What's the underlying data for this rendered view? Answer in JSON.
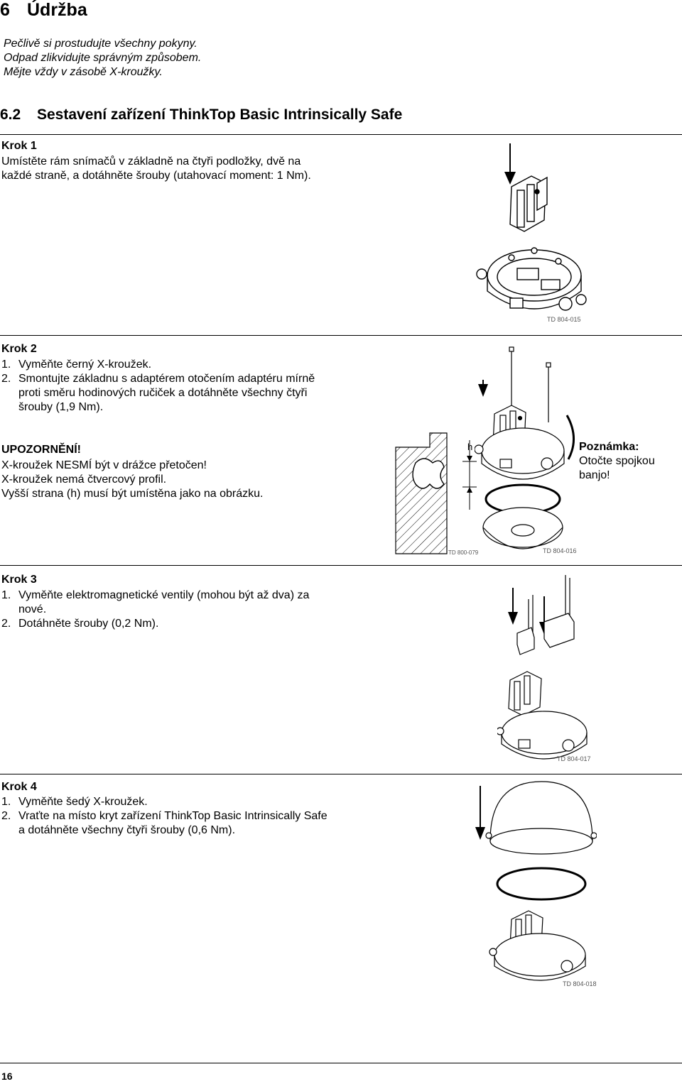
{
  "chapter": {
    "number": "6",
    "title": "Údržba"
  },
  "intro": [
    "Pečlivě si prostudujte všechny pokyny.",
    "Odpad zlikvidujte správným způsobem.",
    "Mějte vždy v zásobě X-kroužky."
  ],
  "section": {
    "number": "6.2",
    "title": "Sestavení zařízení ThinkTop Basic Intrinsically Safe"
  },
  "step1": {
    "title": "Krok 1",
    "lines": [
      "Umístěte rám snímačů v základně na čtyři podložky, dvě na",
      "každé straně, a dotáhněte šrouby (utahovací moment: 1 Nm)."
    ],
    "figure_code": "TD 804-015"
  },
  "step2": {
    "title": "Krok 2",
    "items": [
      {
        "n": "1.",
        "lines": [
          "Vyměňte černý X-kroužek."
        ]
      },
      {
        "n": "2.",
        "lines": [
          "Smontujte základnu s adaptérem otočením adaptéru mírně",
          "proti směru hodinových ručiček a dotáhněte všechny čtyři",
          "šrouby (1,9 Nm)."
        ]
      }
    ],
    "warning_title": "UPOZORNĚNÍ!",
    "warning_lines": [
      "X-kroužek NESMÍ být v drážce přetočen!",
      "X-kroužek nemá čtvercový profil.",
      "Vyšší strana (h) musí být umístěna jako na obrázku."
    ],
    "h_label": "h",
    "figure_code_left": "TD 800-079",
    "figure_code_right": "TD 804-016",
    "note_title": "Poznámka:",
    "note_lines": [
      "Otočte spojkou",
      "banjo!"
    ]
  },
  "step3": {
    "title": "Krok 3",
    "items": [
      {
        "n": "1.",
        "lines": [
          "Vyměňte elektromagnetické ventily (mohou být až dva) za",
          "nové."
        ]
      },
      {
        "n": "2.",
        "lines": [
          "Dotáhněte šrouby (0,2 Nm)."
        ]
      }
    ],
    "figure_code": "TD 804-017"
  },
  "step4": {
    "title": "Krok 4",
    "items": [
      {
        "n": "1.",
        "lines": [
          "Vyměňte šedý X-kroužek."
        ]
      },
      {
        "n": "2.",
        "lines": [
          "Vraťte na místo kryt zařízení ThinkTop Basic Intrinsically Safe",
          "a dotáhněte všechny čtyři šrouby (0,6 Nm)."
        ]
      }
    ],
    "figure_code": "TD 804-018"
  },
  "page_number": "16"
}
